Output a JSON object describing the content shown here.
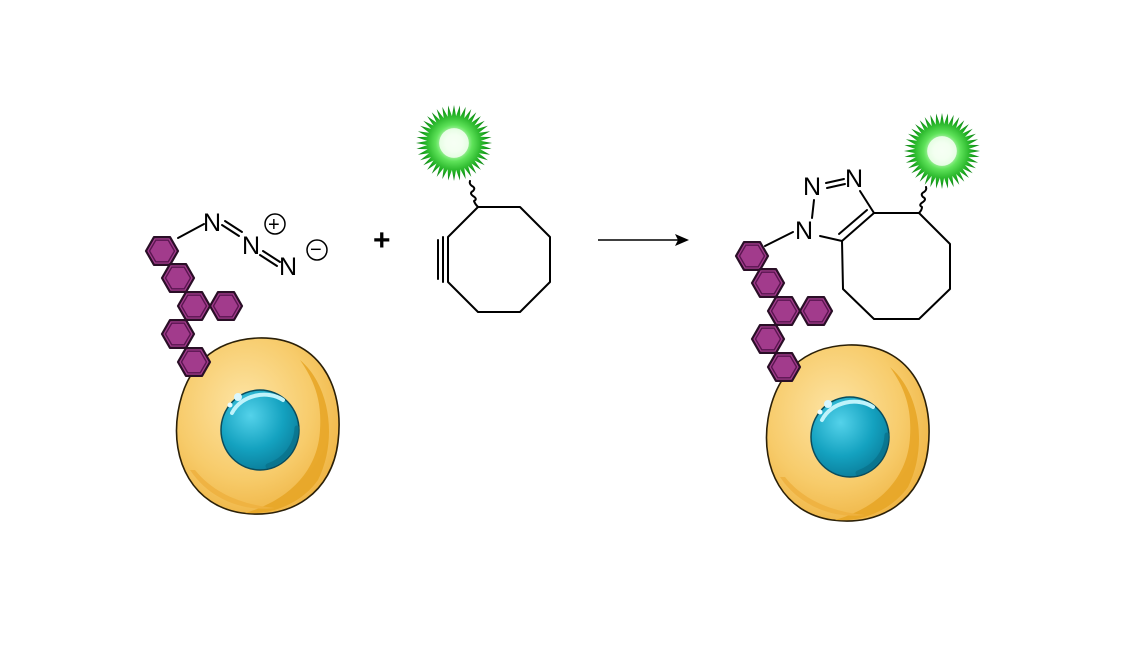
{
  "colors": {
    "glycan": "#a23b8c",
    "cell_cytoplasm": "#f6c768",
    "cell_shadow": "#e8a92e",
    "nucleus": "#1aa6c2",
    "fluorophore": "#2ccd2c"
  },
  "labels": {
    "azide_n1": "N",
    "azide_n2": "N",
    "azide_n3": "N",
    "azide_plus": "+",
    "azide_minus": "−",
    "plus_sign": "+",
    "triazole_n1": "N",
    "triazole_n2": "N",
    "triazole_n3": "N"
  }
}
